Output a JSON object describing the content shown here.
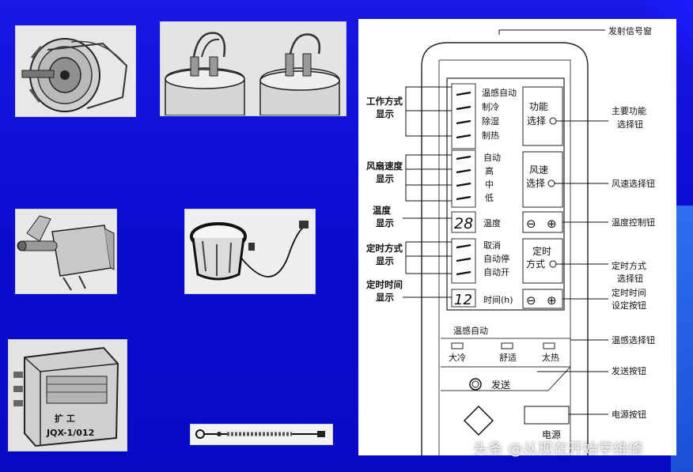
{
  "panel_labels": {
    "transmit_window": "发射信号窗",
    "work_mode_l1": "工作方式",
    "work_mode_l2": "显示",
    "fan_speed_disp_l1": "风扇速度",
    "fan_speed_disp_l2": "显示",
    "temp_disp_l1": "温度",
    "temp_disp_l2": "显示",
    "timer_mode_disp_l1": "定时方式",
    "timer_mode_disp_l2": "显示",
    "timer_time_disp_l1": "定时时间",
    "timer_time_disp_l2": "显示",
    "main_func_l1": "主要功能",
    "main_func_l2": "选择钮",
    "fan_select": "风速选择钮",
    "temp_control": "温度控制钮",
    "timer_mode_btn_l1": "定时方式",
    "timer_mode_btn_l2": "选择钮",
    "timer_time_btn_l1": "定时时间",
    "timer_time_btn_l2": "设定按钮",
    "sensor_select": "温感选择钮",
    "send_btn": "发送按钮",
    "power_btn": "电源按钮"
  },
  "display": {
    "mode_items": [
      "温感自动",
      "制冷",
      "除湿",
      "制热"
    ],
    "fan_items": [
      "自动",
      "高",
      "中",
      "低"
    ],
    "temp_value": "28",
    "temp_label": "温度",
    "timer_items": [
      "取消",
      "自动停",
      "自动开"
    ],
    "time_value": "12",
    "time_label": "时间(h)"
  },
  "buttons": {
    "func_l1": "功能",
    "func_l2": "选择",
    "fan_l1": "风速",
    "fan_l2": "选择",
    "timer_l1": "定时",
    "timer_l2": "方式",
    "minus": "⊖",
    "plus": "⊕",
    "sensor_auto": "温感自动",
    "sensor_opts": [
      "大冷",
      "舒适",
      "太热"
    ],
    "send": "发送",
    "power": "电源"
  },
  "photo_texts": {
    "relay_text1": "扩 工",
    "relay_text2": "JQX-1/012"
  },
  "watermark": "头条 @从现在开始学维修",
  "colors": {
    "background": "#0c0cd2",
    "panel": "#ffffff",
    "ink": "#111111"
  }
}
